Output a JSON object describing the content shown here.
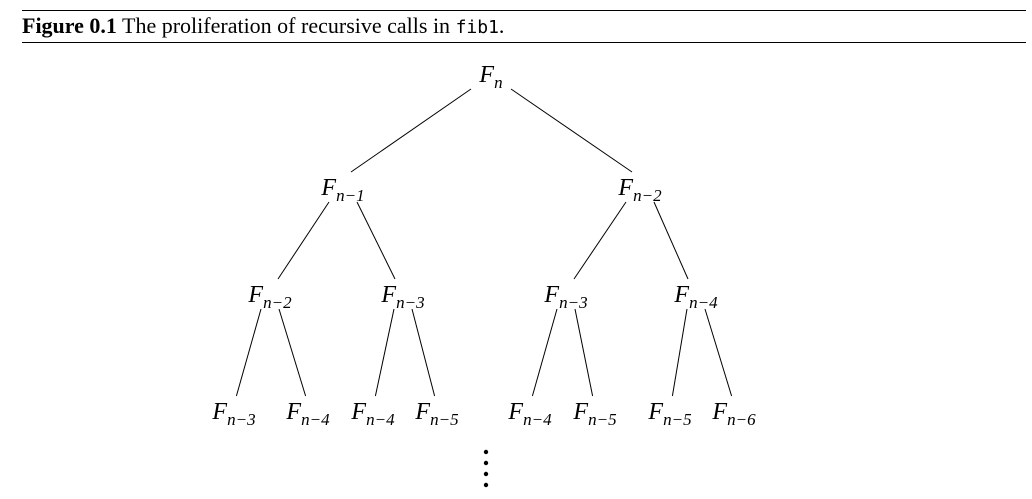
{
  "caption": {
    "label": "Figure 0.1",
    "text_before": " The proliferation of recursive calls in ",
    "code": "fib1",
    "text_after": "."
  },
  "tree": {
    "symbol": "F",
    "levels": [
      [
        "n"
      ],
      [
        "n−1",
        "n−2"
      ],
      [
        "n−2",
        "n−3",
        "n−3",
        "n−4"
      ],
      [
        "n−3",
        "n−4",
        "n−4",
        "n−5",
        "n−4",
        "n−5",
        "n−5",
        "n−6"
      ]
    ],
    "continuation": "⋮"
  }
}
